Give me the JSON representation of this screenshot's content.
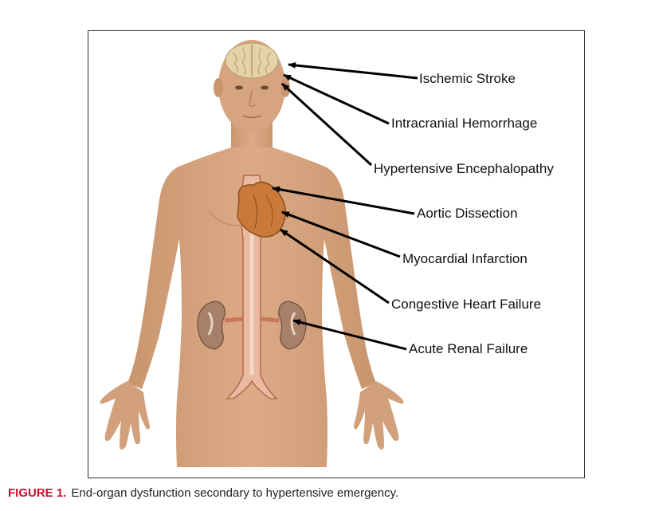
{
  "labels": [
    {
      "id": "ischemic-stroke",
      "text": "Ischemic Stroke"
    },
    {
      "id": "intracranial-hemorrhage",
      "text": "Intracranial Hemorrhage"
    },
    {
      "id": "hypertensive-encephalopathy",
      "text": "Hypertensive Encephalopathy"
    },
    {
      "id": "aortic-dissection",
      "text": "Aortic Dissection"
    },
    {
      "id": "myocardial-infarction",
      "text": "Myocardial Infarction"
    },
    {
      "id": "congestive-heart-failure",
      "text": "Congestive Heart Failure"
    },
    {
      "id": "acute-renal-failure",
      "text": "Acute Renal Failure"
    }
  ],
  "caption": {
    "label": "FIGURE 1.",
    "text": "End-organ dysfunction secondary to hypertensive emergency."
  },
  "colors": {
    "skin": "#d2a07a",
    "skin_shadow": "#b9865f",
    "aorta": "#e9b9a0",
    "heart": "#c97a3a",
    "brain": "#e6d2a8",
    "kidney": "#a8806a",
    "caption_accent": "#c8102e"
  }
}
